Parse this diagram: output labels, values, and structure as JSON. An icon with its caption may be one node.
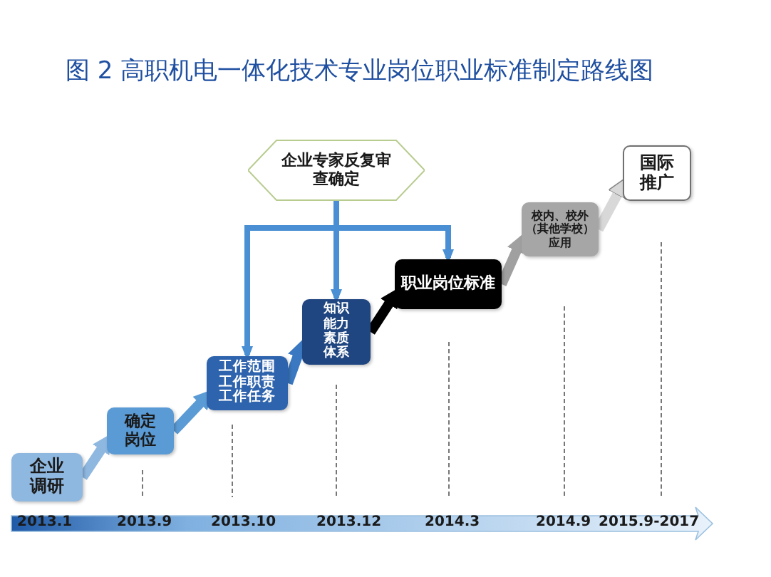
{
  "diagram": {
    "title": "图 2 高职机电一体化技术专业岗位职业标准制定路线图",
    "nodes": [
      {
        "text": [
          "企业专家反复审查确定"
        ]
      },
      {
        "text": [
          "企业调研"
        ]
      },
      {
        "text": [
          "确定岗位"
        ]
      },
      {
        "text": [
          "工作范围工作职责工作任务"
        ]
      },
      {
        "text": [
          "知识能力素质体系"
        ]
      },
      {
        "text": [
          "职业岗位标准"
        ]
      },
      {
        "text": [
          "校内、校外（其他学校）应用"
        ]
      },
      {
        "text": [
          "国际推广"
        ]
      }
    ],
    "edges": [
      {
        "from": 1,
        "to": 2,
        "arrow": "to",
        "color": "#8fb8e0"
      },
      {
        "from": 2,
        "to": 3,
        "arrow": "to",
        "color": "#5b9bd5"
      },
      {
        "from": 3,
        "to": 4,
        "arrow": "to",
        "color": "#3a78c2"
      },
      {
        "from": 4,
        "to": 5,
        "arrow": "to",
        "color": "#000000"
      },
      {
        "from": 5,
        "to": 6,
        "arrow": "to",
        "color": "#a0a0a0"
      },
      {
        "from": 6,
        "to": 7,
        "arrow": "to",
        "color": "#d8d8d8"
      },
      {
        "from": 0,
        "to": 3,
        "arrow": "to"
      },
      {
        "from": 0,
        "to": 4,
        "arrow": "to"
      },
      {
        "from": 0,
        "to": 5,
        "arrow": "to"
      }
    ],
    "labels": [
      "2013.1",
      "2013.9",
      "2013.10",
      "2013.12",
      "2014.3",
      "2014.9",
      "2015.9-2017"
    ]
  }
}
